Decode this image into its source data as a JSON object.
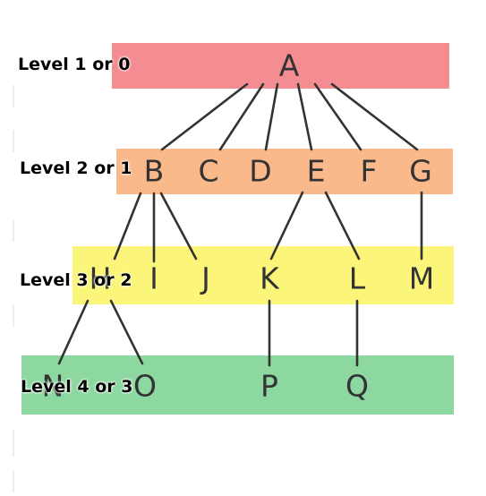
{
  "colors": {
    "level_1": "#f48d91",
    "level_2": "#fab98b",
    "level_3": "#fbf579",
    "level_4": "#8cd8a0",
    "node_text": "#333333",
    "edge": "#333333"
  },
  "levels": [
    {
      "id": 1,
      "label": "Level 1 or 0"
    },
    {
      "id": 2,
      "label": "Level 2 or 1"
    },
    {
      "id": 3,
      "label": "Level 3 or 2"
    },
    {
      "id": 4,
      "label": "Level 4 or 3"
    }
  ],
  "nodes": [
    {
      "id": "A",
      "label": "A",
      "level": 1
    },
    {
      "id": "B",
      "label": "B",
      "level": 2
    },
    {
      "id": "C",
      "label": "C",
      "level": 2
    },
    {
      "id": "D",
      "label": "D",
      "level": 2
    },
    {
      "id": "E",
      "label": "E",
      "level": 2
    },
    {
      "id": "F",
      "label": "F",
      "level": 2
    },
    {
      "id": "G",
      "label": "G",
      "level": 2
    },
    {
      "id": "H",
      "label": "H",
      "level": 3
    },
    {
      "id": "I",
      "label": "I",
      "level": 3
    },
    {
      "id": "J",
      "label": "J",
      "level": 3
    },
    {
      "id": "K",
      "label": "K",
      "level": 3
    },
    {
      "id": "L",
      "label": "L",
      "level": 3
    },
    {
      "id": "M",
      "label": "M",
      "level": 3
    },
    {
      "id": "N",
      "label": "N",
      "level": 4
    },
    {
      "id": "O",
      "label": "O",
      "level": 4
    },
    {
      "id": "P",
      "label": "P",
      "level": 4
    },
    {
      "id": "Q",
      "label": "Q",
      "level": 4
    }
  ],
  "edges": [
    [
      "A",
      "B"
    ],
    [
      "A",
      "C"
    ],
    [
      "A",
      "D"
    ],
    [
      "A",
      "E"
    ],
    [
      "A",
      "F"
    ],
    [
      "A",
      "G"
    ],
    [
      "B",
      "H"
    ],
    [
      "B",
      "I"
    ],
    [
      "B",
      "J"
    ],
    [
      "E",
      "K"
    ],
    [
      "E",
      "L"
    ],
    [
      "G",
      "M"
    ],
    [
      "H",
      "N"
    ],
    [
      "H",
      "O"
    ],
    [
      "K",
      "P"
    ],
    [
      "L",
      "Q"
    ]
  ]
}
